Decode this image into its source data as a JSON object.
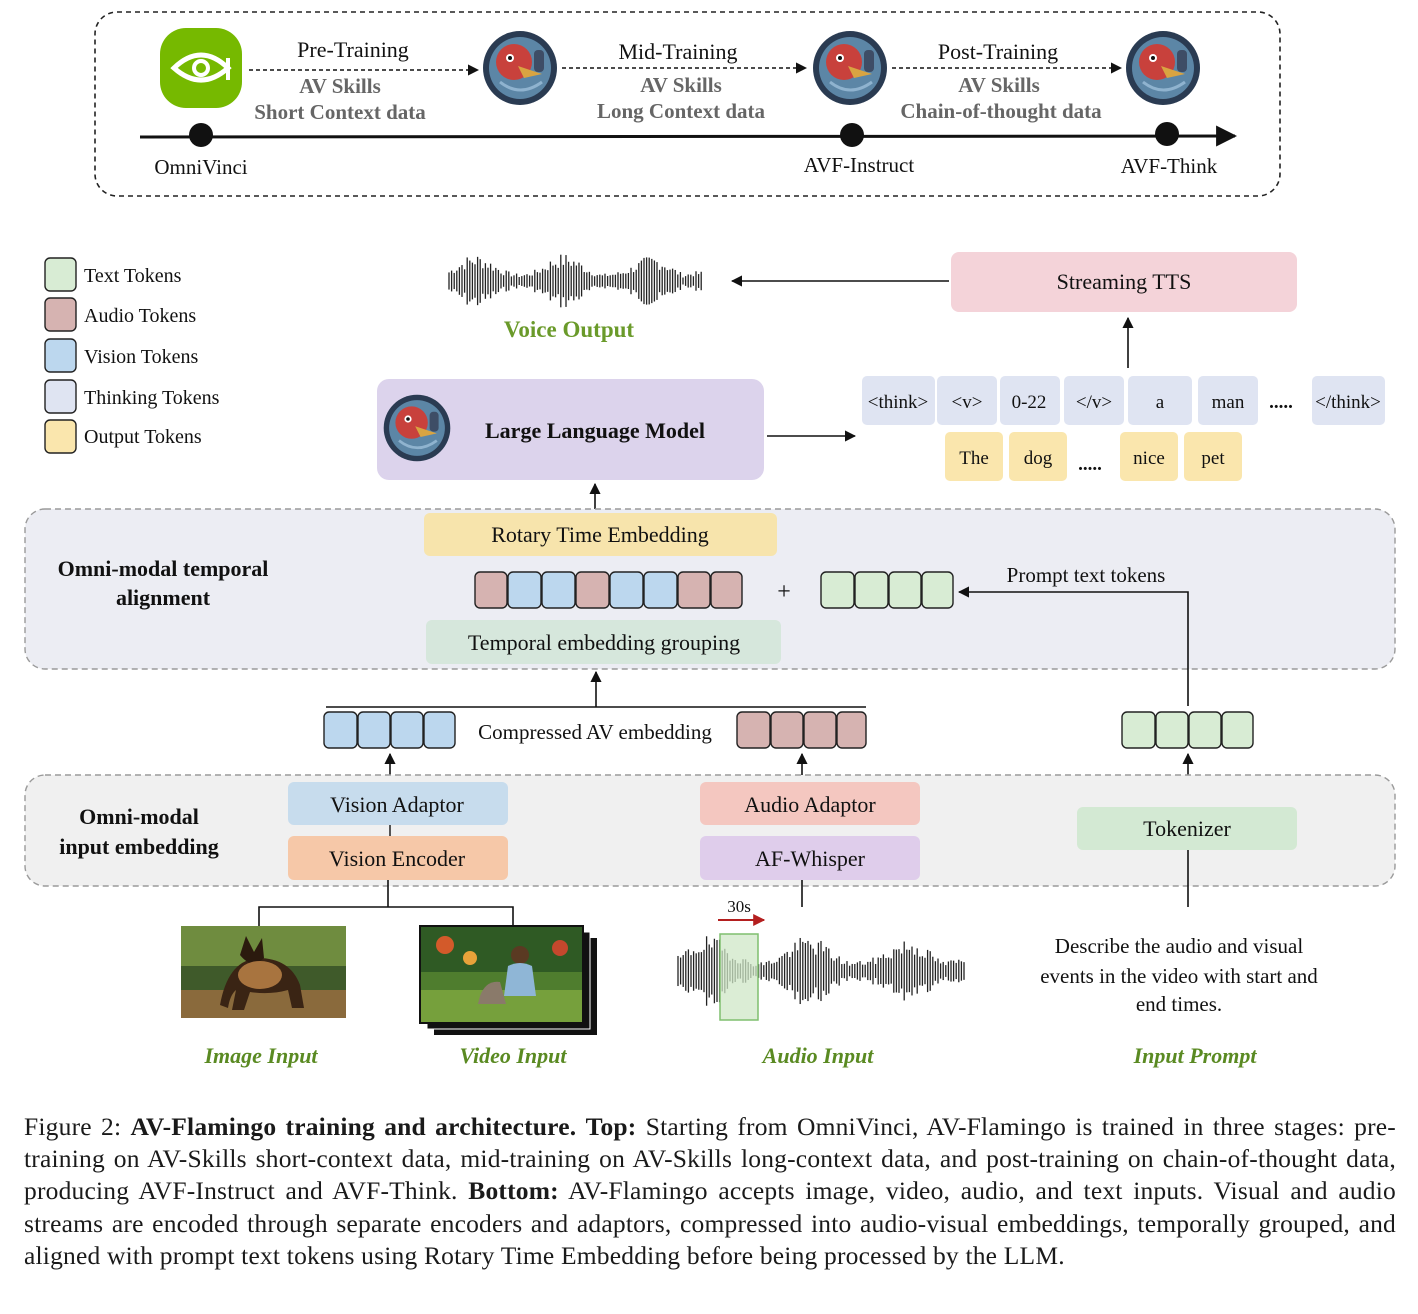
{
  "colors": {
    "text_token": "#d8ecd4",
    "audio_token": "#d6b3b1",
    "vision_token": "#bcd7ee",
    "thinking_token": "#dfe4f2",
    "output_token": "#fae6ad",
    "accent_green": "#6a9a2a",
    "arrow_red": "#b41f1f"
  },
  "timeline": {
    "stages": [
      {
        "title": "Pre-Training",
        "line1": "AV Skills",
        "line2": "Short Context data"
      },
      {
        "title": "Mid-Training",
        "line1": "AV Skills",
        "line2": "Long Context data"
      },
      {
        "title": "Post-Training",
        "line1": "AV Skills",
        "line2": "Chain-of-thought data"
      }
    ],
    "checkpoints": [
      "OmniVinci",
      "AVF-Instruct",
      "AVF-Think"
    ]
  },
  "legend": [
    {
      "label": "Text Tokens",
      "color": "#d8ecd4"
    },
    {
      "label": "Audio Tokens",
      "color": "#d6b3b1"
    },
    {
      "label": "Vision Tokens",
      "color": "#bcd7ee"
    },
    {
      "label": "Thinking Tokens",
      "color": "#dfe4f2"
    },
    {
      "label": "Output Tokens",
      "color": "#fae6ad"
    }
  ],
  "voice_output": "Voice Output",
  "streaming_tts": "Streaming TTS",
  "llm": "Large Language Model",
  "thinking_tokens": [
    "<think>",
    "<v>",
    "0-22",
    "</v>",
    "a",
    "man",
    ".....",
    "</think>"
  ],
  "output_tokens": [
    "The",
    "dog",
    ".....",
    "nice",
    "pet"
  ],
  "temporal_section": "Omni-modal temporal alignment",
  "temporal_section_lines": [
    "Omni-modal temporal",
    "alignment"
  ],
  "rotary": "Rotary Time Embedding",
  "plus": "+",
  "prompt_text_tokens": "Prompt text tokens",
  "temporal_grouping": "Temporal embedding grouping",
  "compressed": "Compressed AV embedding",
  "input_section": "Omni-modal input embedding",
  "input_section_lines": [
    "Omni-modal",
    "input embedding"
  ],
  "vision_adaptor": "Vision Adaptor",
  "vision_encoder": "Vision Encoder",
  "audio_adaptor": "Audio Adaptor",
  "af_whisper": "AF-Whisper",
  "tokenizer": "Tokenizer",
  "audio_window": "30s",
  "prompt_text": "Describe the audio and visual events in the video with start and end times.",
  "prompt_text_lines": [
    "Describe the audio and visual",
    "events in the video with start and",
    "end times."
  ],
  "inputs": [
    "Image Input",
    "Video Input",
    "Audio Input",
    "Input Prompt"
  ],
  "caption": {
    "label": "Figure 2:",
    "title": "AV-Flamingo training and architecture.",
    "top_label": "Top:",
    "top_text": "Starting from OmniVinci, AV-Flamingo is trained in three stages: pre-training on AV-Skills short-context data, mid-training on AV-Skills long-context data, and post-training on chain-of-thought data, producing AVF-Instruct and AVF-Think.",
    "bottom_label": "Bottom:",
    "bottom_text": "AV-Flamingo accepts image, video, audio, and text inputs. Visual and audio streams are encoded through separate encoders and adaptors, compressed into audio-visual embeddings, temporally grouped, and aligned with prompt text tokens using Rotary Time Embedding before being processed by the LLM."
  }
}
